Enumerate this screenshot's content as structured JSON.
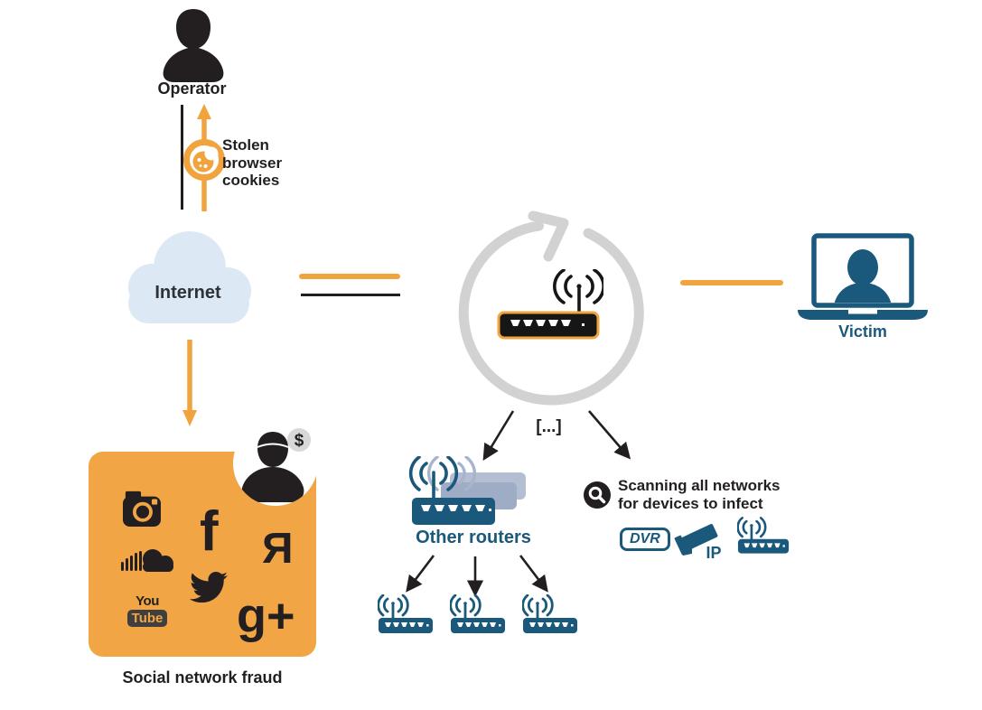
{
  "colors": {
    "orange": "#F1A43E",
    "orange_box": "#F1A545",
    "dark_blue": "#1A587C",
    "black": "#231F20",
    "loop_gray": "#D2D2D3",
    "cloud_blue": "#DCE9F5",
    "echo_blue_gray": "#9FACC6",
    "coin_gray": "#D8D8D8"
  },
  "operator": {
    "label": "Operator"
  },
  "cookies": {
    "label": "Stolen browser cookies"
  },
  "internet": {
    "label": "Internet"
  },
  "victim": {
    "label": "Victim"
  },
  "loop": {
    "ellipsis": "[...]"
  },
  "other_routers": {
    "label": "Other routers"
  },
  "scanning": {
    "label": "Scanning all networks for devices to infect"
  },
  "devices": {
    "dvr": "DVR",
    "ip_camera": "IP"
  },
  "social": {
    "label": "Social network fraud",
    "coin": "$",
    "platforms": [
      "Instagram",
      "Facebook",
      "SoundCloud",
      "Yandex",
      "Twitter",
      "YouTube",
      "Google+"
    ],
    "glyphs": {
      "facebook": "f",
      "yandex": "Я",
      "google_plus": "g+",
      "youtube_top": "You",
      "youtube_box": "Tube"
    }
  }
}
